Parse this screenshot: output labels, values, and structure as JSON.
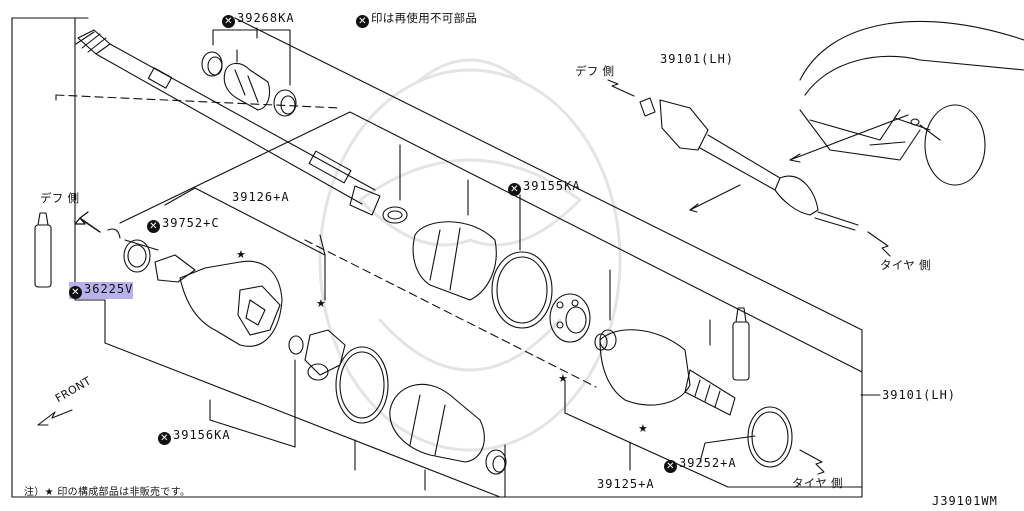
{
  "notice": "印は再使用不可部品",
  "footnote": "注）★ 印の構成部品は非販売です。",
  "diagram_code": "J39101WM",
  "directions": {
    "diff_side": "デフ 側",
    "tire_side": "タイヤ 側",
    "front": "FRONT"
  },
  "parts": {
    "p39268": "39268KA",
    "p39752": "39752+C",
    "p39126": "39126+A",
    "p36225": "36225V",
    "p39155": "39155KA",
    "p39101_top": "39101(LH)",
    "p39101_right": "39101(LH)",
    "p39156": "39156KA",
    "p39125": "39125+A",
    "p39252": "39252+A"
  },
  "markers": {
    "non_reusable": "✕",
    "non_sale": "★"
  }
}
